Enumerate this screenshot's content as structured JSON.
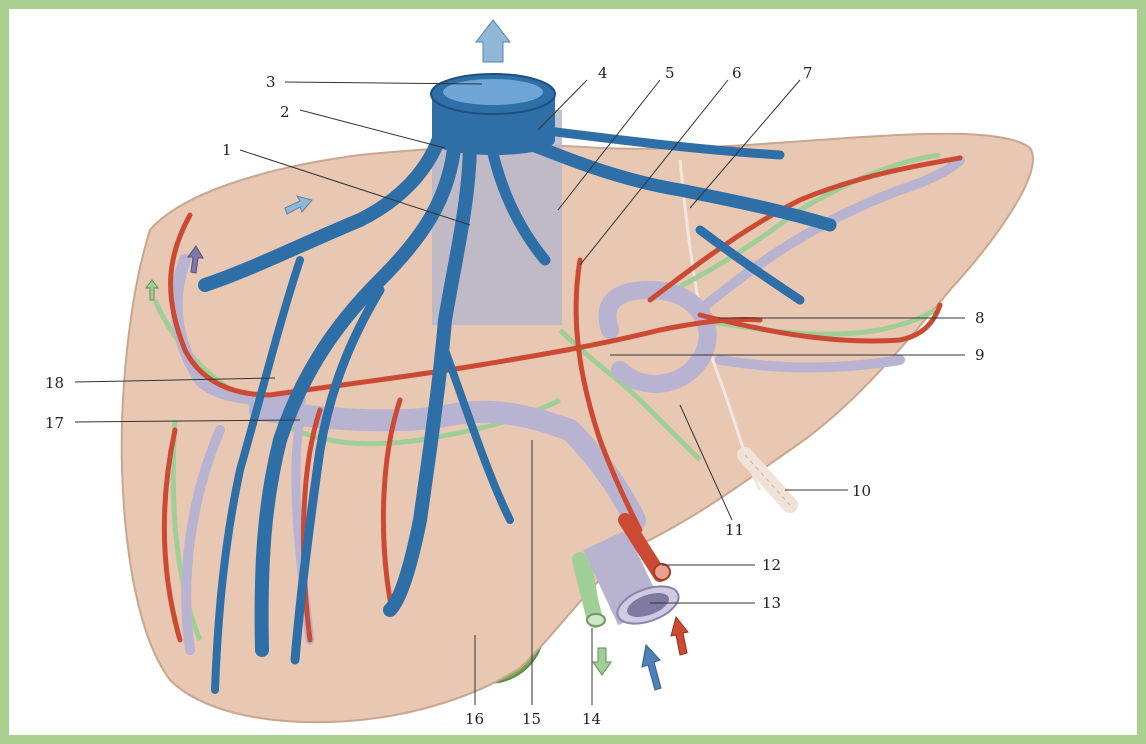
{
  "colors": {
    "frame": "#a9d08e",
    "liver": "#e8c8b2",
    "hepatic_vein": "#2f6fa8",
    "hepatic_artery": "#cc4a33",
    "portal_vein": "#b8b3d1",
    "bile_duct": "#9fcf97",
    "gallbladder": "#7ea85d",
    "flow_arrow": "#8fb8d8"
  },
  "labels": [
    {
      "id": "l1",
      "text": "1"
    },
    {
      "id": "l2",
      "text": "2"
    },
    {
      "id": "l3",
      "text": "3"
    },
    {
      "id": "l4",
      "text": "4"
    },
    {
      "id": "l5",
      "text": "5"
    },
    {
      "id": "l6",
      "text": "6"
    },
    {
      "id": "l7",
      "text": "7"
    },
    {
      "id": "l8",
      "text": "8"
    },
    {
      "id": "l9",
      "text": "9"
    },
    {
      "id": "l10",
      "text": "10"
    },
    {
      "id": "l11",
      "text": "11"
    },
    {
      "id": "l12",
      "text": "12"
    },
    {
      "id": "l13",
      "text": "13"
    },
    {
      "id": "l14",
      "text": "14"
    },
    {
      "id": "l15",
      "text": "15"
    },
    {
      "id": "l16",
      "text": "16"
    },
    {
      "id": "l17",
      "text": "17"
    },
    {
      "id": "l18",
      "text": "18"
    }
  ]
}
